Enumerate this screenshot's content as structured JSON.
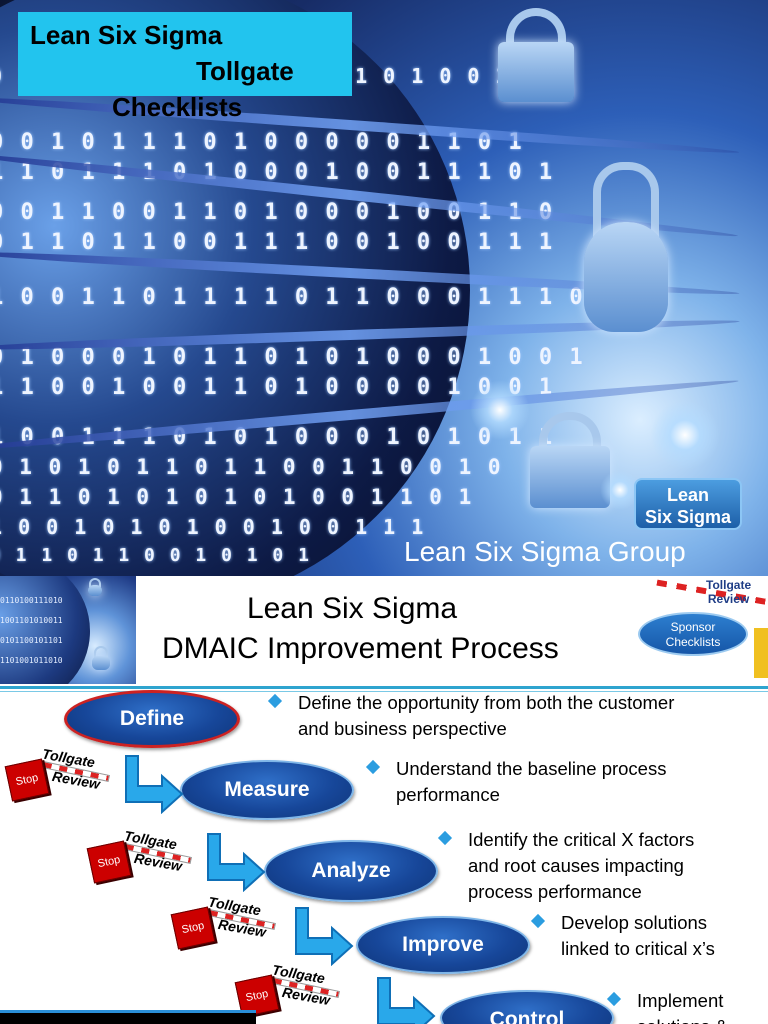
{
  "cover": {
    "title_line1": "Lean Six Sigma",
    "title_line2": "Tollgate",
    "title_line3": "Checklists",
    "badge_line1": "Lean",
    "badge_line2": "Six Sigma",
    "group": "Lean Six Sigma Group"
  },
  "slide2": {
    "title_line1": "Lean Six Sigma",
    "title_line2": "DMAIC Improvement Process",
    "corner_label_line1": "Tollgate",
    "corner_label_line2": "Review",
    "sponsor_line1": "Sponsor",
    "sponsor_line2": "Checklists",
    "steps": [
      {
        "label": "Define",
        "text1": "Define the opportunity from both the customer",
        "text2": "and business perspective"
      },
      {
        "label": "Measure",
        "text1": "Understand the baseline process",
        "text2": "performance"
      },
      {
        "label": "Analyze",
        "text1": "Identify the critical X factors",
        "text2": "and root causes impacting",
        "text3": "process performance"
      },
      {
        "label": "Improve",
        "text1": "Develop solutions",
        "text2": "linked to critical x’s"
      },
      {
        "label": "Control",
        "text1": "Implement",
        "text2": "solutions &"
      }
    ],
    "tollgate": {
      "stop": "Stop",
      "title": "Tollgate",
      "review": "Review"
    }
  },
  "colors": {
    "title_box": "#22c4ee",
    "step_fill": "#17479a",
    "define_border": "#cc2222",
    "bullet": "#2b9de0",
    "rule": "#2ea4cf"
  }
}
